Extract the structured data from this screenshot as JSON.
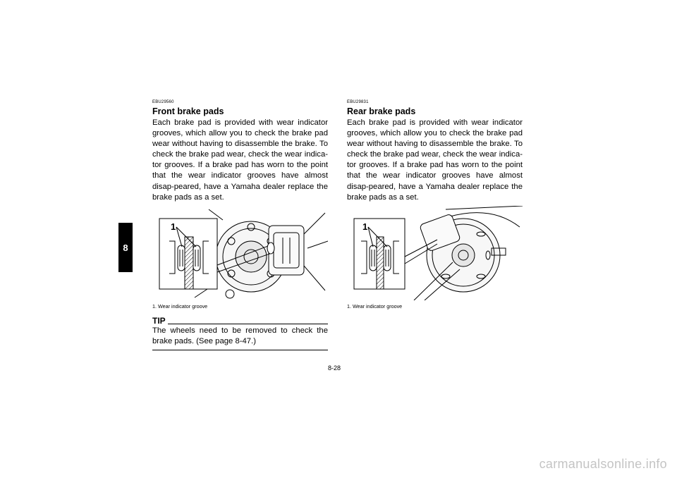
{
  "chapter_tab": "8",
  "left": {
    "code": "EBU29560",
    "heading": "Front brake pads",
    "body": "Each brake pad is provided with wear indicator grooves, which allow you to check the brake pad wear without having to disassemble the brake. To check the brake pad wear, check the wear indica-tor grooves. If a brake pad has worn to the point that the wear indicator grooves have almost disap-peared, have a Yamaha dealer replace the brake pads as a set.",
    "callout": "1",
    "caption": "1.  Wear indicator groove",
    "tip": {
      "title": "TIP",
      "body": "The wheels need to be removed to check the brake pads. (See page 8-47.)"
    }
  },
  "right": {
    "code": "EBU29831",
    "heading": "Rear brake pads",
    "body": "Each brake pad is provided with wear indicator grooves, which allow you to check the brake pad wear without having to disassemble the brake. To check the brake pad wear, check the wear indica-tor grooves. If a brake pad has worn to the point that the wear indicator grooves have almost disap-peared, have a Yamaha dealer replace the brake pads as a set.",
    "callout": "1",
    "caption": "1.  Wear indicator groove"
  },
  "page_number": "8-28",
  "watermark": "carmanualsonline.info"
}
